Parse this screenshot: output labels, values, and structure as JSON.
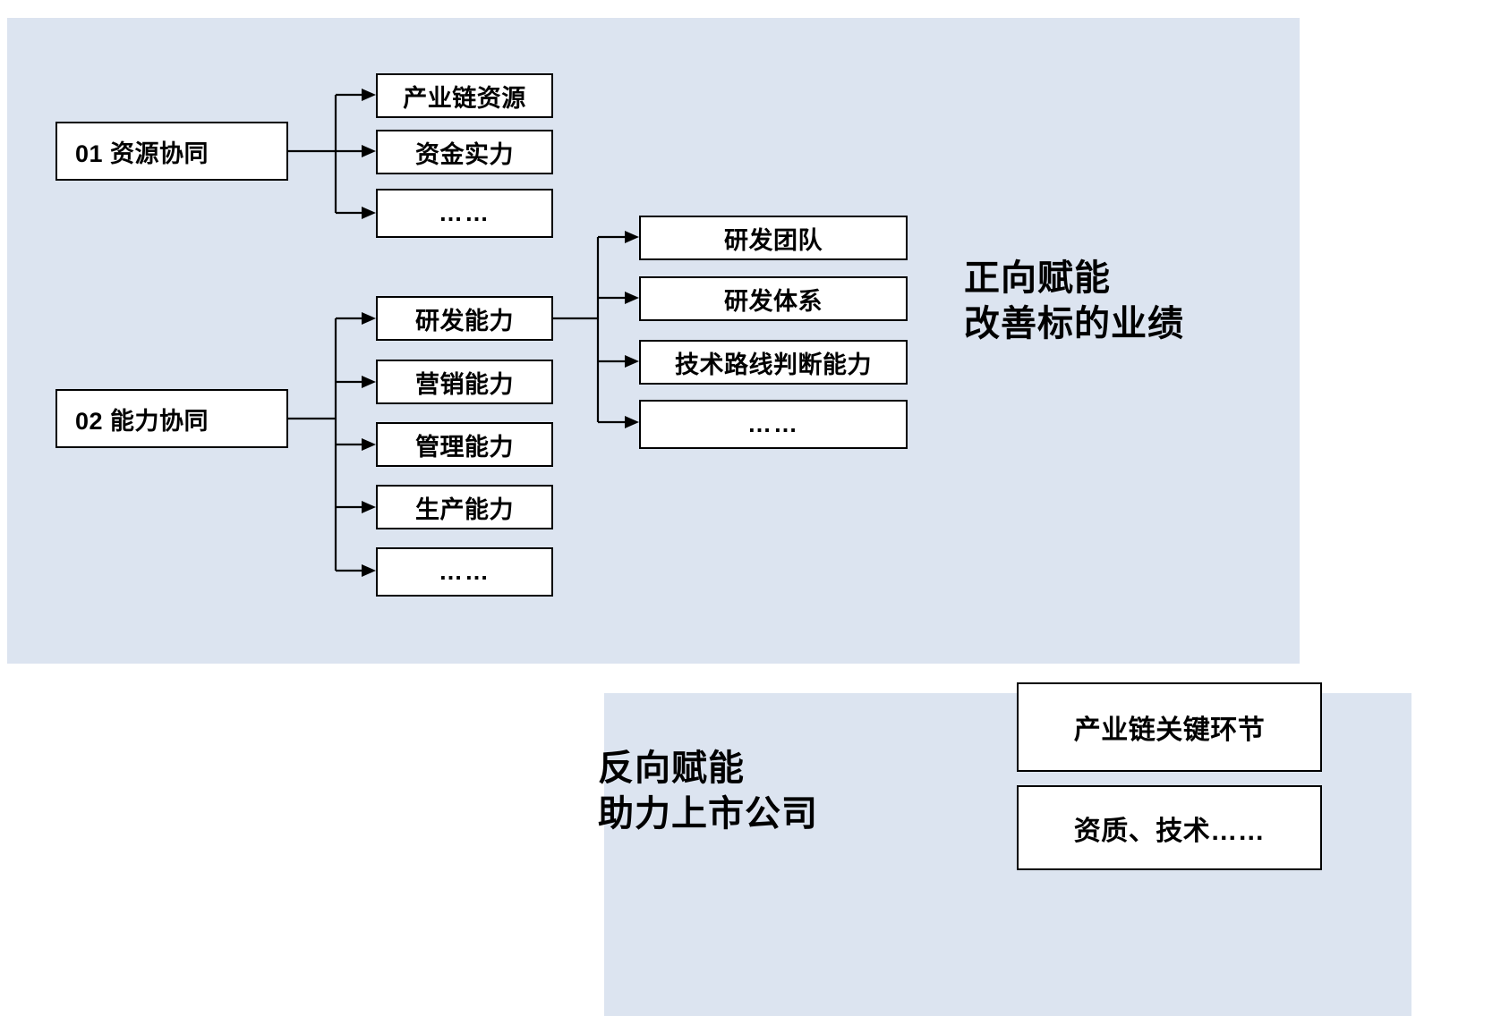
{
  "diagram": {
    "type": "hierarchy-tree",
    "panels": {
      "top": {
        "name": "forward-empowerment-panel",
        "bg": "#dce4f0"
      },
      "bottom": {
        "name": "reverse-empowerment-panel",
        "bg": "#dce4f0"
      }
    },
    "headlines": {
      "top_right": "正向赋能\n改善标的业绩",
      "bottom_left": "反向赋能\n助力上市公司"
    },
    "branch_01": {
      "root": "01 资源协同",
      "children": [
        "产业链资源",
        "资金实力",
        "……"
      ]
    },
    "branch_02": {
      "root": "02 能力协同",
      "children": [
        "研发能力",
        "营销能力",
        "管理能力",
        "生产能力",
        "……"
      ],
      "rnd_children": [
        "研发团队",
        "研发体系",
        "技术路线判断能力",
        "……"
      ]
    },
    "bottom_boxes": [
      "产业链关键环节",
      "资质、技术……"
    ]
  }
}
